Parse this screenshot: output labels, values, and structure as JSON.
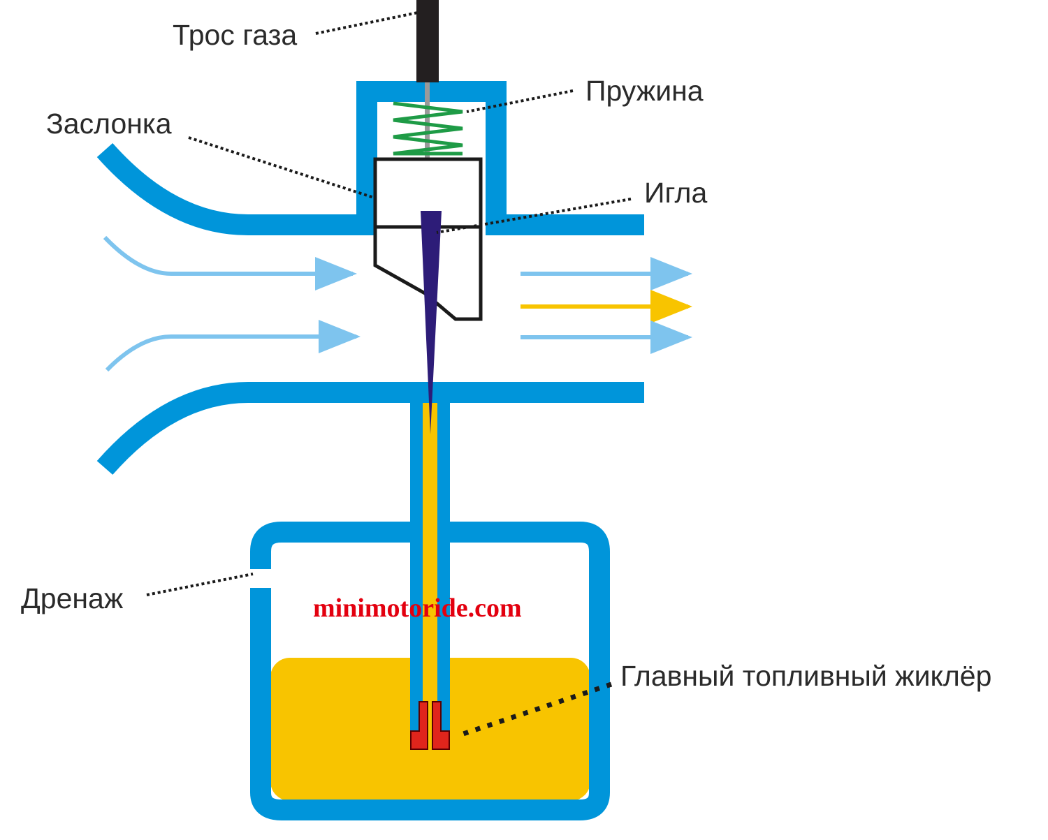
{
  "labels": {
    "throttle_cable": "Трос газа",
    "spring": "Пружина",
    "slide": "Заслонка",
    "needle": "Игла",
    "drain": "Дренаж",
    "main_jet": "Главный топливный жиклёр"
  },
  "watermark": "minimotoride.com",
  "colors": {
    "body": "#0095da",
    "air_flow": "#7ec4ee",
    "fuel": "#f8c400",
    "needle": "#2d1c78",
    "spring": "#1e9b46",
    "jet": "#e0251c",
    "cable": "#231f20",
    "outline": "#1a1a1a",
    "watermark": "#e3000f"
  }
}
